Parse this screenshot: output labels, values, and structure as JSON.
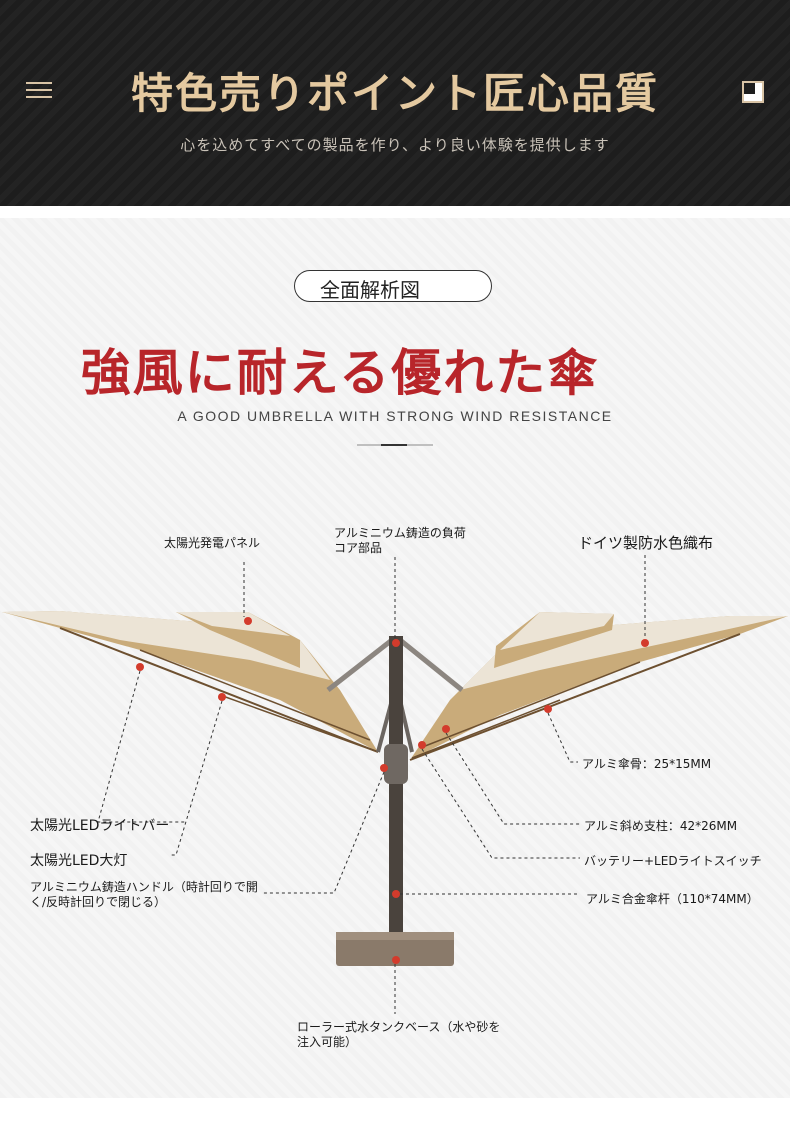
{
  "header": {
    "title": "特色売りポイント匠心品質",
    "subtitle": "心を込めてすべての製品を作り、より良い体験を提供します"
  },
  "section": {
    "tag": "全面解析図",
    "headline": "強風に耐える優れた傘",
    "subheadline": "A GOOD UMBRELLA WITH STRONG WIND RESISTANCE"
  },
  "labels": {
    "solar_panel": "太陽光発電パネル",
    "aluminum_core": "アルミニウム鋳造の負荷コア部品",
    "fabric": "ドイツ製防水色織布",
    "rib": "アルミ傘骨：25*15MM",
    "led_bar": "太陽光LEDライトバー",
    "strut": "アルミ斜め支柱：42*26MM",
    "led_lamp": "太陽光LED大灯",
    "battery_switch": "バッテリー+LEDライトスイッチ",
    "handle": "アルミニウム鋳造ハンドル（時計回りで開く/反時計回りで閉じる）",
    "pole": "アルミ合金傘杆（110*74MM）",
    "base": "ローラー式水タンクベース（水や砂を注入可能）"
  },
  "colors": {
    "banner_bg": "#1d1d1d",
    "title_gold": "#e4c9a0",
    "headline_red": "#b8252a",
    "canopy_top": "#ece4d6",
    "canopy_under": "#c9ab7a",
    "pole": "#4a433d",
    "marker": "#d33b2c"
  },
  "icons": [
    "menu-icon",
    "corner-icon"
  ]
}
